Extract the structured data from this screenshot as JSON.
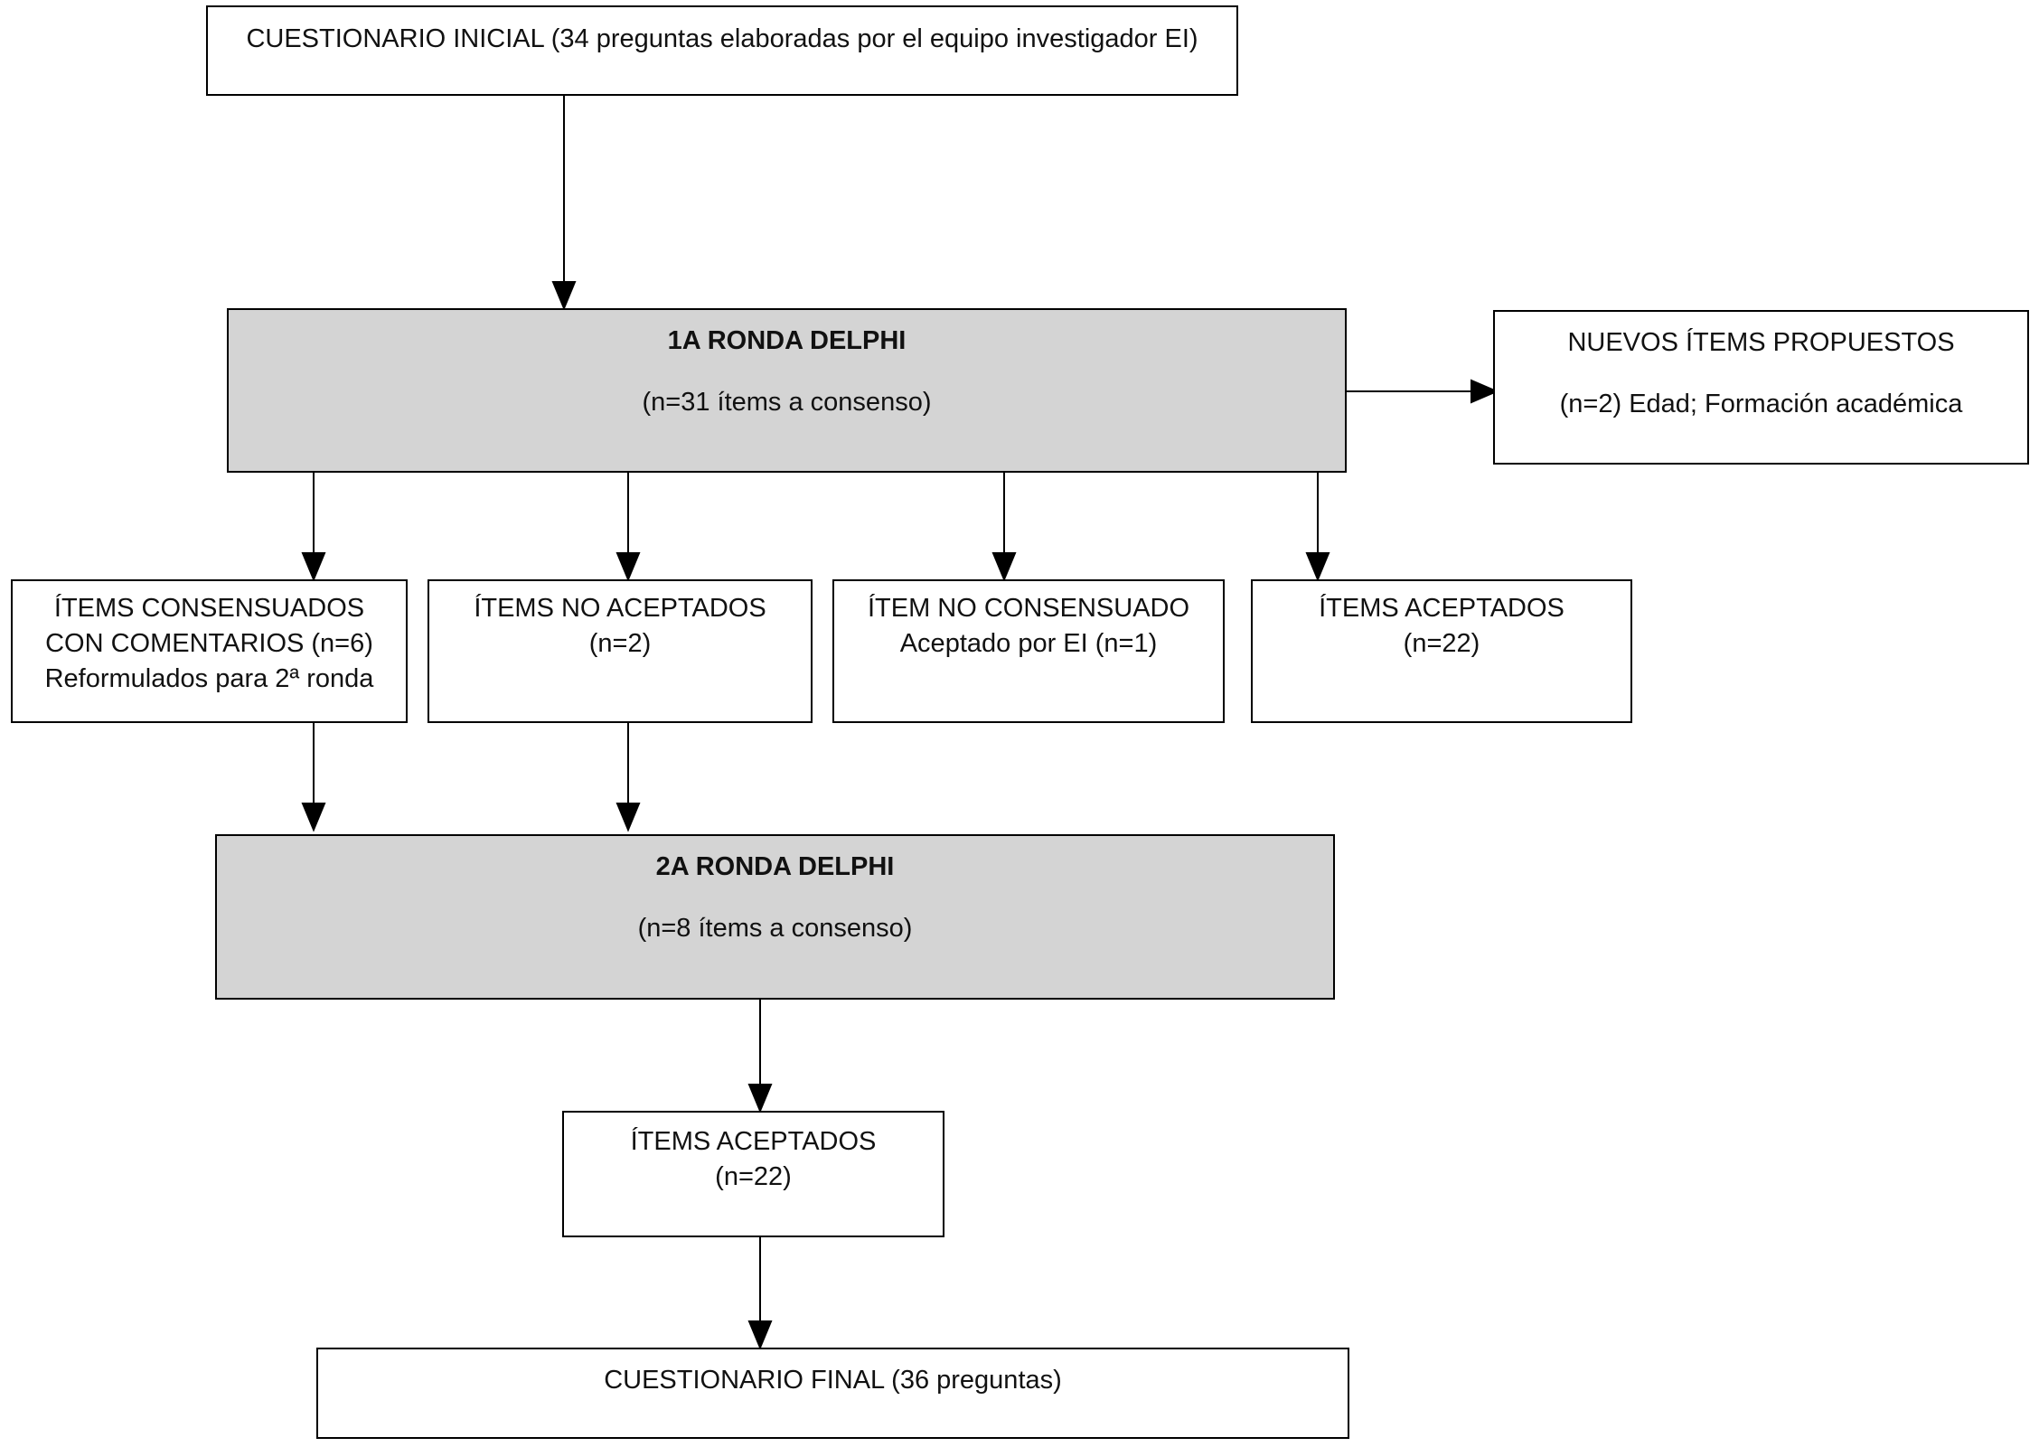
{
  "initial": {
    "text": "CUESTIONARIO INICIAL (34 preguntas elaboradas por el equipo investigador EI)"
  },
  "round1": {
    "title": "1A RONDA DELPHI",
    "subtitle": "(n=31 ítems a consenso)"
  },
  "new_items": {
    "title": "NUEVOS ÍTEMS PROPUESTOS",
    "detail": "(n=2) Edad; Formación académica"
  },
  "consensuados": {
    "line1": "ÍTEMS CONSENSUADOS",
    "line2": "CON COMENTARIOS (n=6)",
    "line3": "Reformulados para 2ª ronda"
  },
  "no_aceptados": {
    "line1": "ÍTEMS NO ACEPTADOS",
    "line2": "(n=2)"
  },
  "no_consensuado": {
    "line1": "ÍTEM NO CONSENSUADO",
    "line2": "Aceptado por EI (n=1)"
  },
  "aceptados1": {
    "line1": "ÍTEMS ACEPTADOS",
    "line2": "(n=22)"
  },
  "round2": {
    "title": "2A RONDA DELPHI",
    "subtitle": "(n=8 ítems a consenso)"
  },
  "aceptados2": {
    "line1": "ÍTEMS ACEPTADOS",
    "line2": "(n=22)"
  },
  "final": {
    "text": "CUESTIONARIO FINAL (36 preguntas)"
  }
}
